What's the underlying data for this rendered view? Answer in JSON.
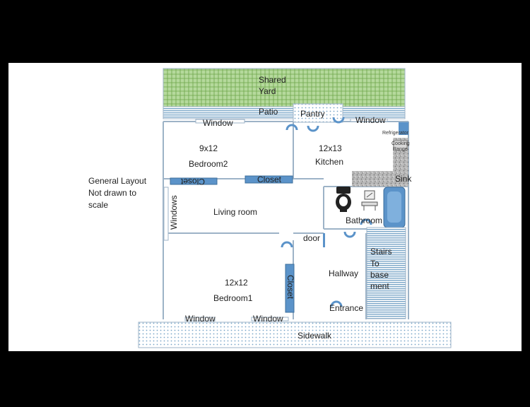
{
  "note": {
    "line1": "General Layout",
    "line2": "Not drawn to",
    "line3": "scale"
  },
  "labels": {
    "shared": "Shared",
    "yard": "Yard",
    "patio": "Patio",
    "pantry": "Pantry",
    "window_bed2": "Window",
    "window_kitchen": "Window",
    "refrigerator": "Refrigerator",
    "cooking": "Cooking",
    "range": "Range",
    "sink": "Sink",
    "bed2_size": "9x12",
    "bed2_name": "Bedroom2",
    "kitchen_size": "12x13",
    "kitchen_name": "Kitchen",
    "closet_bed2_left": "Closet",
    "closet_bed2_right": "Closet",
    "windows_living": "Windows",
    "living": "Living room",
    "bathroom": "Bathroom",
    "door": "door",
    "stairs1": "Stairs",
    "stairs2": "To",
    "stairs3": "base",
    "stairs4": "ment",
    "hallway": "Hallway",
    "bed1_size": "12x12",
    "bed1_name": "Bedroom1",
    "closet_bed1": "Closet",
    "entrance": "Entrance",
    "window_bed1_left": "Window",
    "window_bed1_right": "Window",
    "sidewalk": "Sidewalk"
  },
  "colors": {
    "wall": "#9db3c7",
    "fixture": "#5b93c9",
    "yard": "#8cc06a",
    "pattern": "#7aa6c8",
    "counter": "#a8a8a8"
  }
}
